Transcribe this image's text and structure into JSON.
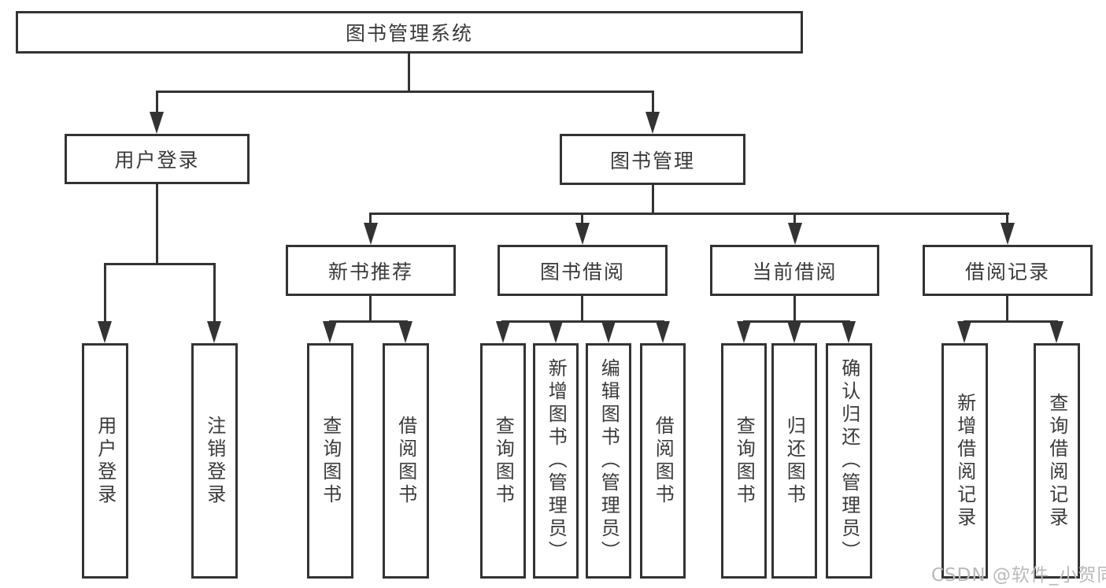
{
  "diagram": {
    "root": {
      "label": "图书管理系统"
    },
    "level2": [
      {
        "label": "用户登录"
      },
      {
        "label": "图书管理"
      }
    ],
    "level3": [
      {
        "label": "新书推荐"
      },
      {
        "label": "图书借阅"
      },
      {
        "label": "当前借阅"
      },
      {
        "label": "借阅记录"
      }
    ],
    "leaves": {
      "user_login": [
        {
          "label": "用户登录"
        },
        {
          "label": "注销登录"
        }
      ],
      "new_book_recommend": [
        {
          "label": "查询图书"
        },
        {
          "label": "借阅图书"
        }
      ],
      "book_borrow": [
        {
          "label": "查询图书"
        },
        {
          "label": "新增图书（管理员）"
        },
        {
          "label": "编辑图书（管理员）"
        },
        {
          "label": "借阅图书"
        }
      ],
      "current_borrow": [
        {
          "label": "查询图书"
        },
        {
          "label": "归还图书"
        },
        {
          "label": "确认归还（管理员）"
        }
      ],
      "borrow_record": [
        {
          "label": "新增借阅记录"
        },
        {
          "label": "查询借阅记录"
        }
      ]
    }
  },
  "watermark": {
    "text": "CSDN @软件_小贺同学"
  },
  "colors": {
    "line": "#333333",
    "text": "#3a3a3a",
    "watermark": "#b9b9b9",
    "background": "#ffffff"
  }
}
